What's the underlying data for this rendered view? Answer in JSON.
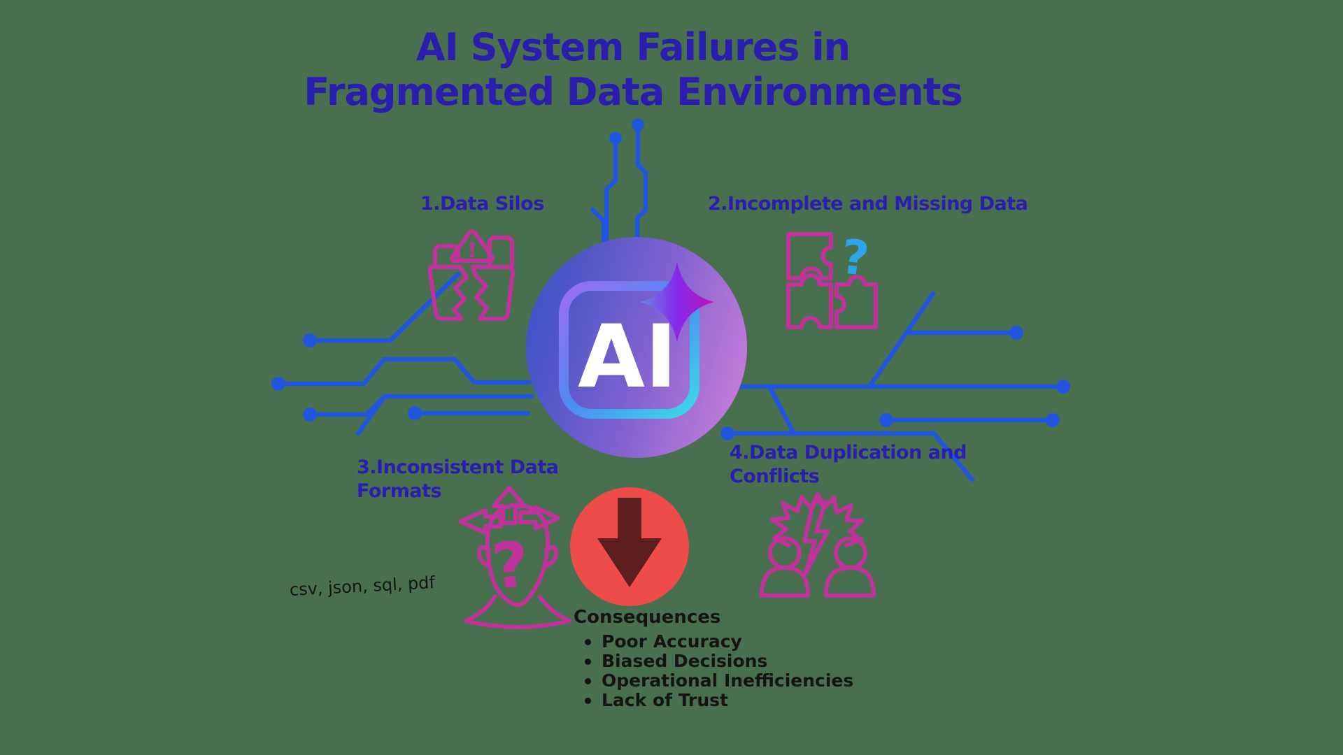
{
  "title": {
    "line1": "AI System Failures in",
    "line2": "Fragmented Data Environments"
  },
  "center_badge": {
    "label": "AI"
  },
  "sections": {
    "silos": {
      "label": "1.Data Silos",
      "alert_mark": "!"
    },
    "incomplete": {
      "label": "2.Incomplete and Missing Data",
      "missing_mark": "?"
    },
    "formats": {
      "label": "3.Inconsistent Data Formats",
      "note": "csv, json, sql, pdf",
      "question_mark": "?"
    },
    "duplication": {
      "label": "4.Data Duplication and Conflicts"
    }
  },
  "consequences": {
    "heading": "Consequences",
    "items": [
      "Poor Accuracy",
      "Biased Decisions",
      "Operational Inefficiencies",
      "Lack of Trust"
    ]
  },
  "colors": {
    "background": "#48704F",
    "heading_indigo": "#2B1DAE",
    "icon_magenta": "#C2329C",
    "circuit_blue": "#2255DE",
    "question_cyan": "#2FA3E8",
    "alert_red": "#EE4B4B",
    "arrow_dark": "#5D1E1E",
    "body_text": "#141414",
    "ai_text": "#FFFFFF"
  }
}
